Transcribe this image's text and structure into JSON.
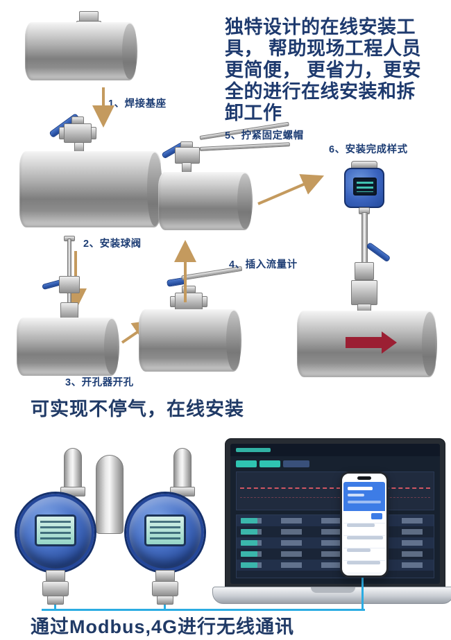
{
  "intro": {
    "text": "独特设计的在线安装工\n具， 帮助现场工程人员\n更简便， 更省力，更安\n全的进行在线安装和拆\n卸工作"
  },
  "steps": [
    {
      "label": "1、焊接基座"
    },
    {
      "label": "2、安装球阀"
    },
    {
      "label": "3、开孔器开孔"
    },
    {
      "label": "4、插入流量计"
    },
    {
      "label": "5、拧紧固定螺帽"
    },
    {
      "label": "6、安装完成样式"
    }
  ],
  "captions": {
    "online": "可实现不停气，在线安装",
    "comm": "通过Modbus,4G进行无线通讯"
  },
  "colors": {
    "label_navy": "#1d3d74",
    "intro_navy": "#1e3a6e",
    "arrow_gold": "#c49a5e",
    "handle_blue": "#1f4ea3",
    "detector_blue": "#3a63b8",
    "lcd_teal": "#96d5c7",
    "dashboard_teal": "#35c3b2",
    "chart_red": "#d25663",
    "connection_line_blue": "#2bace2",
    "flow_arrow_red": "#9b1f33"
  }
}
